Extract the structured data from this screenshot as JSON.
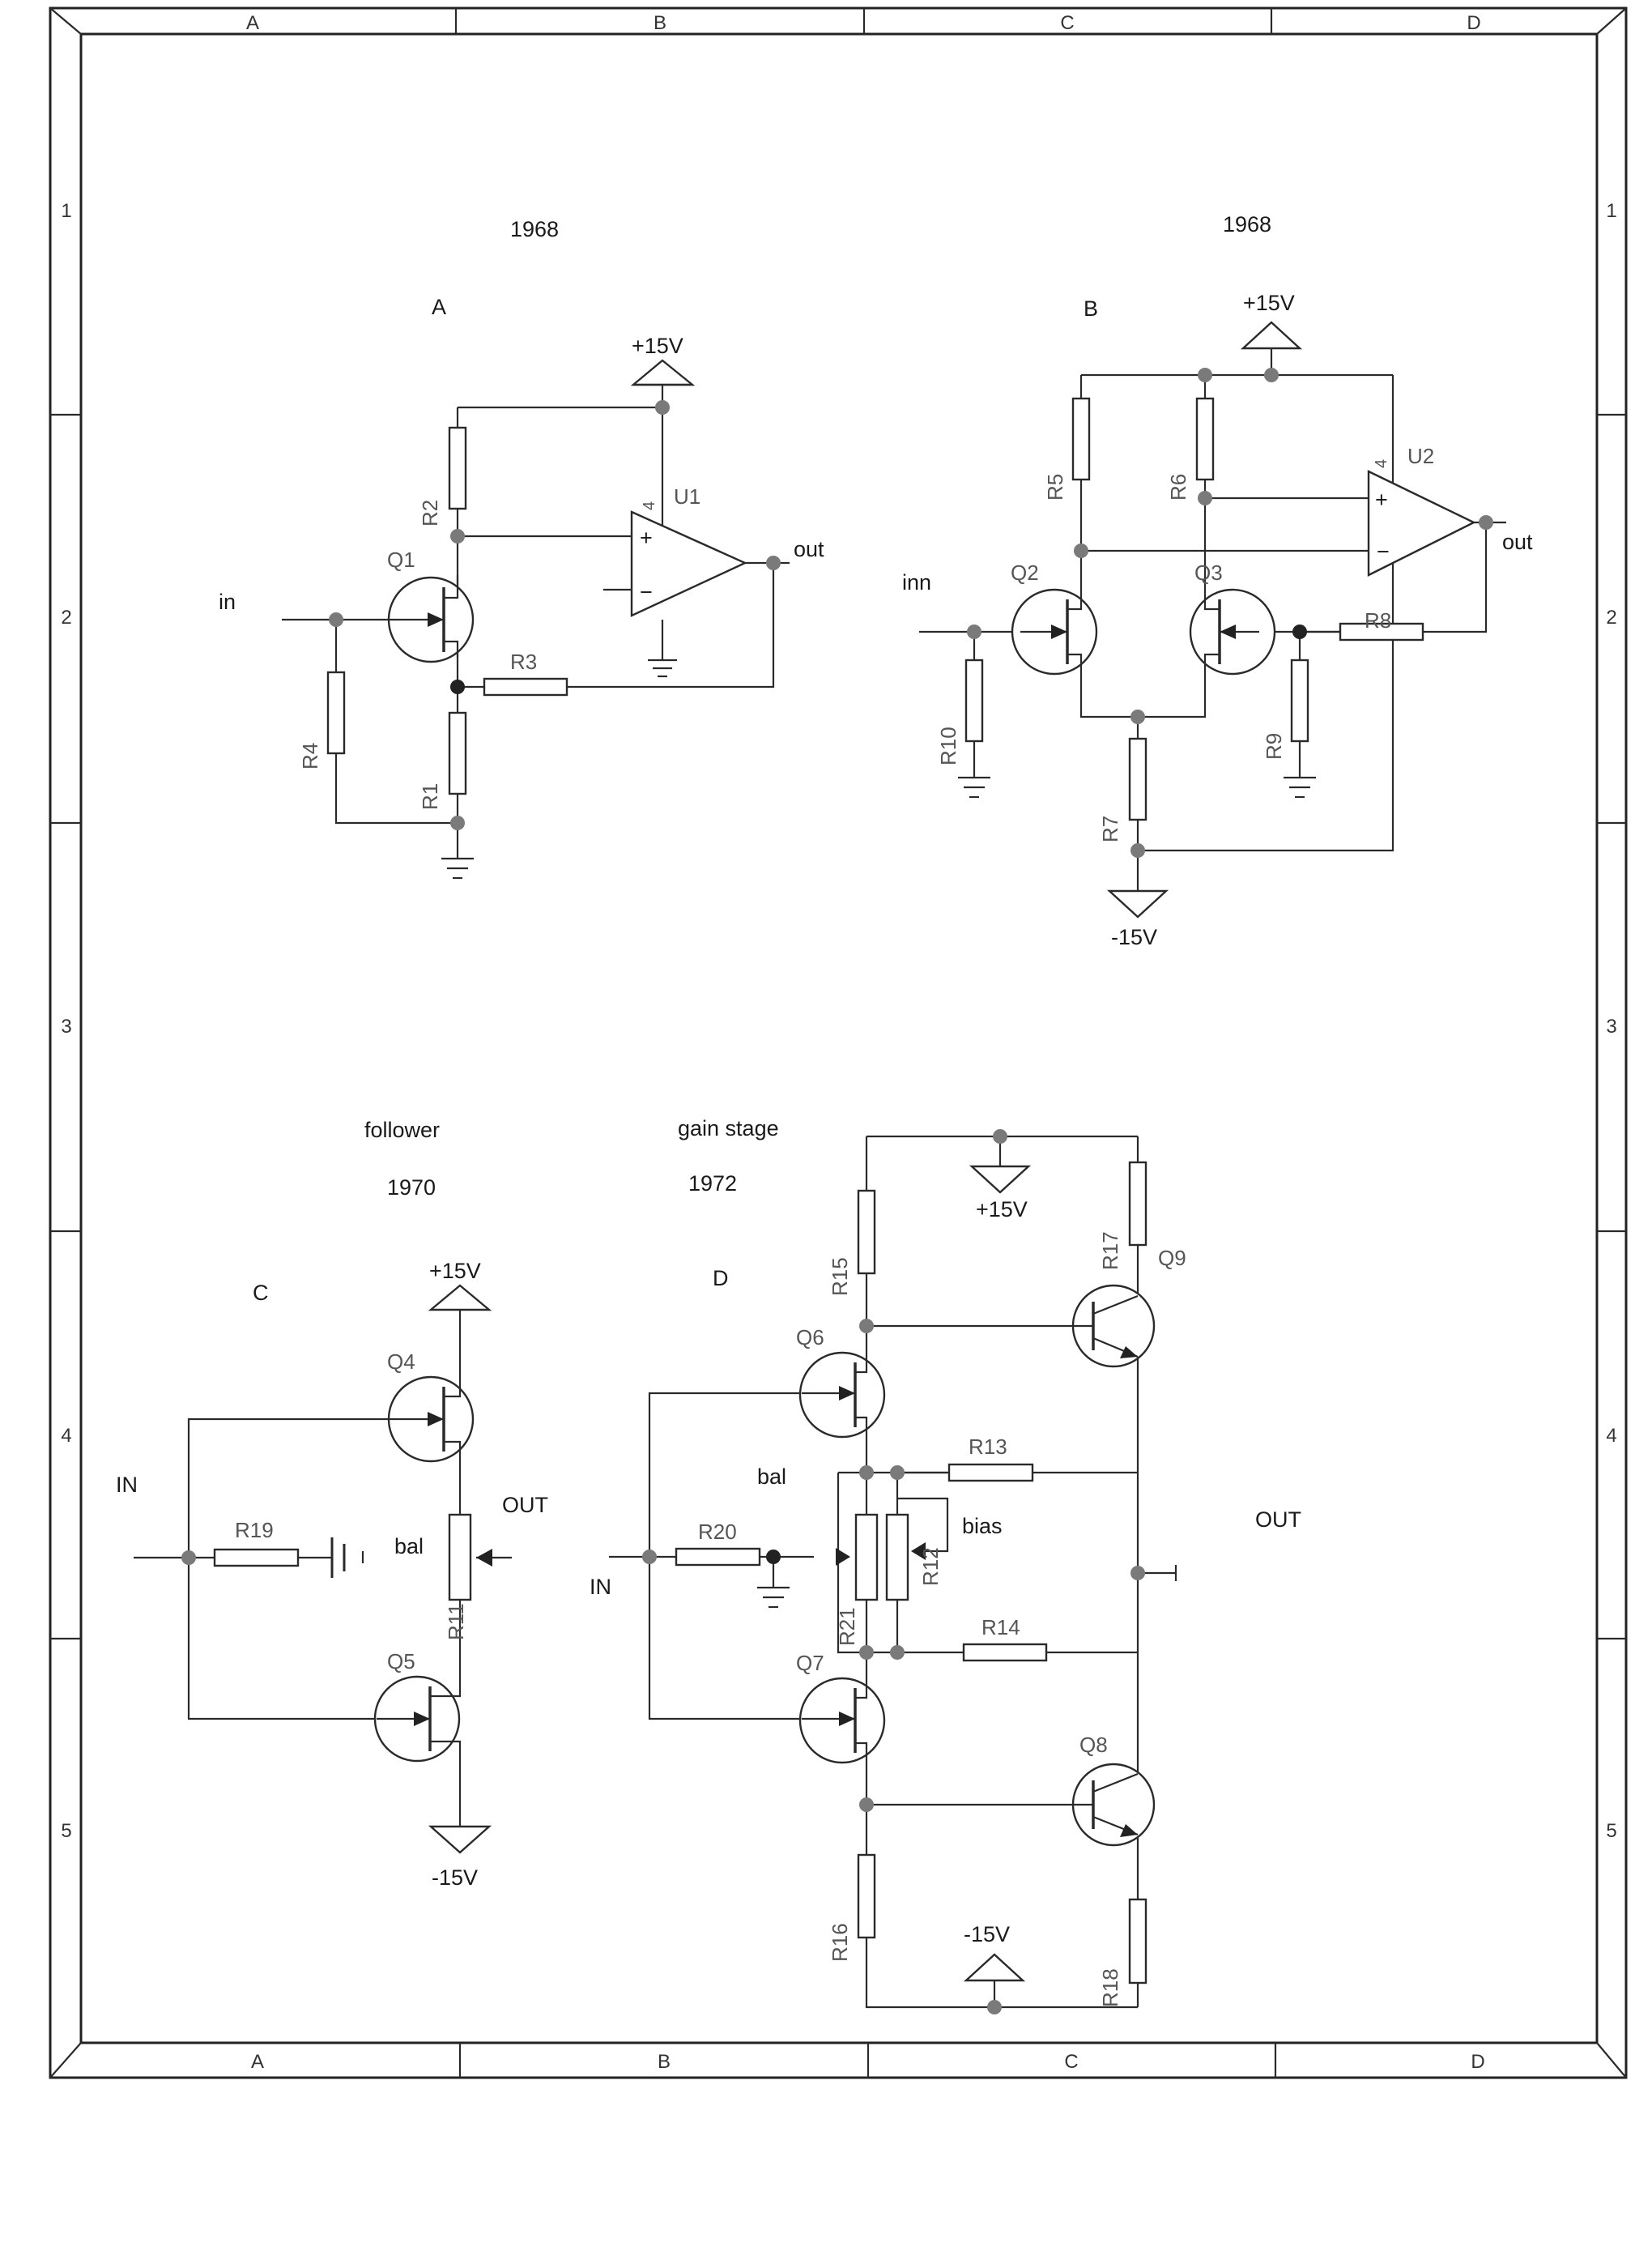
{
  "frame": {
    "columns": [
      "A",
      "B",
      "C",
      "D"
    ],
    "rows": [
      "1",
      "2",
      "3",
      "4",
      "5"
    ]
  },
  "circuit_a": {
    "year": "1968",
    "letter": "A",
    "input": "in",
    "output": "out",
    "supply": "+15V",
    "parts": {
      "q1": "Q1",
      "u1": "U1",
      "u1_pin": "4",
      "r1": "R1",
      "r2": "R2",
      "r3": "R3",
      "r4": "R4",
      "plus": "+",
      "minus": "−"
    }
  },
  "circuit_b": {
    "year": "1968",
    "letter": "B",
    "input": "inn",
    "output": "out",
    "supply_pos": "+15V",
    "supply_neg": "-15V",
    "parts": {
      "q2": "Q2",
      "q3": "Q3",
      "u2": "U2",
      "u2_pin": "4",
      "r5": "R5",
      "r6": "R6",
      "r7": "R7",
      "r8": "R8",
      "r9": "R9",
      "r10": "R10",
      "plus": "+",
      "minus": "−"
    }
  },
  "circuit_c": {
    "title": "follower",
    "year": "1970",
    "letter": "C",
    "input": "IN",
    "output": "OUT",
    "supply_pos": "+15V",
    "supply_neg": "-15V",
    "bal": "bal",
    "parts": {
      "q4": "Q4",
      "q5": "Q5",
      "r11": "R11",
      "r19": "R19"
    }
  },
  "circuit_d": {
    "title": "gain stage",
    "year": "1972",
    "letter": "D",
    "input": "IN",
    "output": "OUT",
    "supply_pos": "+15V",
    "supply_neg": "-15V",
    "bal": "bal",
    "bias": "bias",
    "parts": {
      "q6": "Q6",
      "q7": "Q7",
      "q8": "Q8",
      "q9": "Q9",
      "r12": "R12",
      "r13": "R13",
      "r14": "R14",
      "r15": "R15",
      "r16": "R16",
      "r17": "R17",
      "r18": "R18",
      "r20": "R20",
      "r21": "R21"
    }
  }
}
